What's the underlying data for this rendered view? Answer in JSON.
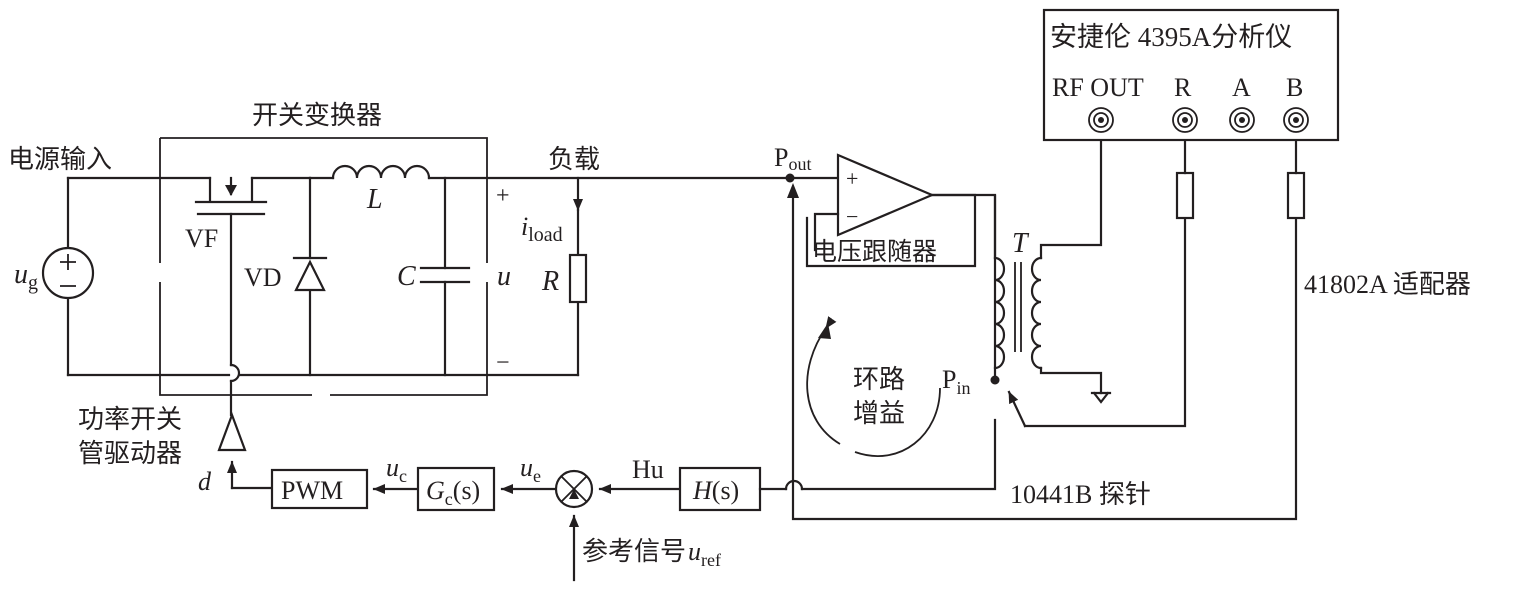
{
  "labels": {
    "power_input": "电源输入",
    "switch_converter": "开关变换器",
    "load": "负载",
    "vf": "VF",
    "vd": "VD",
    "inductor": "L",
    "capacitor": "C",
    "output_voltage": "u",
    "plus": "+",
    "minus": "−",
    "load_resistor": "R",
    "i_load_main": "i",
    "i_load_sub": "load",
    "ug_main": "u",
    "ug_sub": "g",
    "driver_line1": "功率开关",
    "driver_line2": "管驱动器",
    "d": "d",
    "pwm": "PWM",
    "uc_main": "u",
    "uc_sub": "c",
    "gc_main": "G",
    "gc_sub": "c",
    "gc_suffix": "(s)",
    "ue_main": "u",
    "ue_sub": "e",
    "hu": "Hu",
    "h_main": "H",
    "h_suffix": "(s)",
    "reference": "参考信号",
    "uref_main": "u",
    "uref_sub": "ref",
    "pout_main": "P",
    "pout_sub": "out",
    "pin_main": "P",
    "pin_sub": "in",
    "follower": "电压跟随器",
    "transformer": "T",
    "loop_line1": "环路",
    "loop_line2": "增益",
    "probe": "10441B 探针",
    "adapter": "41802A 适配器",
    "analyzer_title": "安捷伦 4395A分析仪",
    "port_rf_out": "RF OUT",
    "port_r": "R",
    "port_a": "A",
    "port_b": "B",
    "opamp_plus": "+",
    "opamp_minus": "−"
  }
}
